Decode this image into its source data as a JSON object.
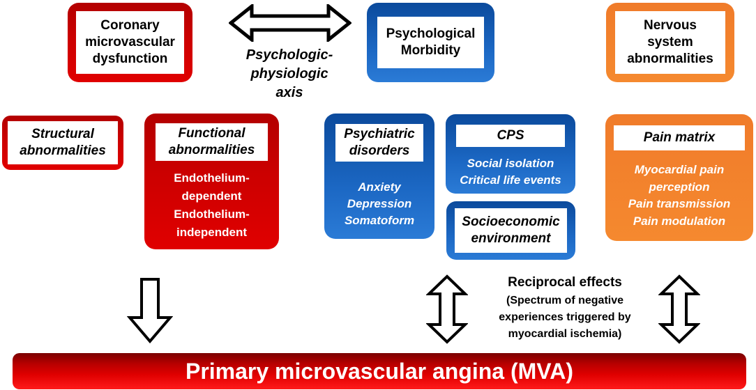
{
  "top": {
    "coronary": "Coronary\nmicrovascular\ndysfunction",
    "psych_morbidity": "Psychological\nMorbidity",
    "nervous": "Nervous\nsystem\nabnormalities",
    "axis_label": "Psychologic-\nphysiologic\naxis"
  },
  "mid": {
    "structural": "Structural\nabnormalities",
    "functional": {
      "title": "Functional\nabnormalities",
      "items": "Endothelium-\ndependent\nEndothelium-\nindependent"
    },
    "psychiatric": {
      "title": "Psychiatric\ndisorders",
      "items": "Anxiety\nDepression\nSomatoform"
    },
    "cps": {
      "title": "CPS",
      "items": "Social isolation\nCritical life events"
    },
    "socioeconomic": "Socioeconomic\nenvironment",
    "pain": {
      "title": "Pain matrix",
      "items": "Myocardial pain\nperception\nPain transmission\nPain modulation"
    }
  },
  "reciprocal": {
    "title": "Reciprocal effects",
    "body": "(Spectrum of negative\nexperiences triggered by\nmyocardial ischemia)"
  },
  "banner": "Primary microvascular angina (MVA)",
  "colors": {
    "red": "#cc0000",
    "blue": "#1c68c4",
    "orange": "#f5892f"
  }
}
